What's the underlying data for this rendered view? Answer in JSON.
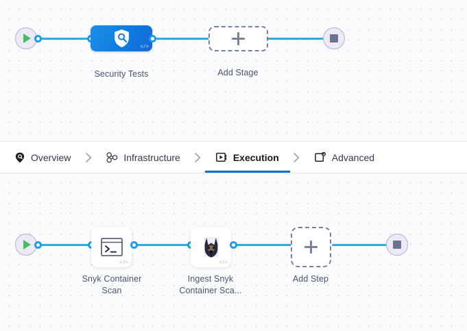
{
  "theme": {
    "canvas_bg": "#f9fbfd",
    "grid_dot": "#d3d9e3",
    "edge_blue": "#2eaadc",
    "connector_blue": "#1e9bea",
    "stage_blue": "#0e7ce0",
    "active_tab_underline": "#0a6fd8",
    "caption_text": "#4a5370",
    "start_green": "#4dbb66",
    "stop_gray": "#6b7390",
    "terminal_fill": "#eeeaf5"
  },
  "stage_pipeline": {
    "start_node": {
      "icon": "play-icon",
      "name": "pipeline-start"
    },
    "end_node": {
      "icon": "stop-icon",
      "name": "pipeline-end"
    },
    "nodes": [
      {
        "id": "security-tests",
        "label": "Security Tests",
        "icon": "shield-search-icon",
        "code_tag": "</>",
        "type": "stage"
      },
      {
        "id": "add-stage",
        "label": "Add Stage",
        "icon": "plus-icon",
        "type": "add"
      }
    ]
  },
  "tabs": [
    {
      "id": "overview",
      "label": "Overview",
      "icon": "shield-pin-icon",
      "active": false
    },
    {
      "id": "infrastructure",
      "label": "Infrastructure",
      "icon": "nodes-cluster-icon",
      "active": false
    },
    {
      "id": "execution",
      "label": "Execution",
      "icon": "play-box-icon",
      "active": true
    },
    {
      "id": "advanced",
      "label": "Advanced",
      "icon": "box-gear-icon",
      "active": false
    }
  ],
  "tab_separator_icon": "chevron-right-icon",
  "step_pipeline": {
    "start_node": {
      "icon": "play-icon",
      "name": "execution-start"
    },
    "end_node": {
      "icon": "stop-icon",
      "name": "execution-end"
    },
    "nodes": [
      {
        "id": "snyk-container-scan",
        "label_line1": "Snyk Container",
        "label_line2": "Scan",
        "icon": "terminal-icon",
        "code_tag": "</>",
        "type": "step"
      },
      {
        "id": "ingest-snyk-container-scan",
        "label_line1": "Ingest Snyk",
        "label_line2": "Container Sca...",
        "icon": "doberman-icon",
        "code_tag": "</>",
        "type": "step"
      },
      {
        "id": "add-step",
        "label_line1": "Add Step",
        "label_line2": "",
        "icon": "plus-icon",
        "type": "add"
      }
    ]
  }
}
